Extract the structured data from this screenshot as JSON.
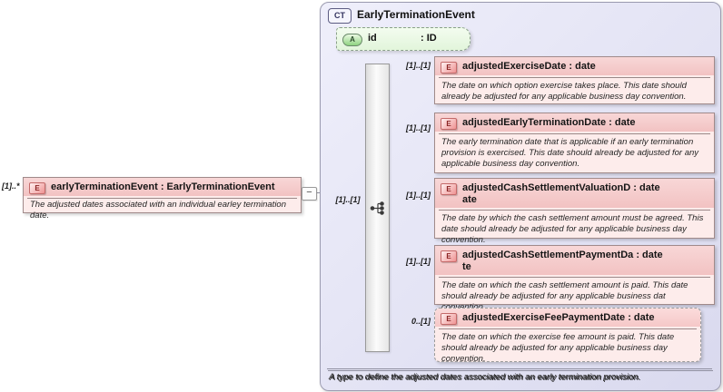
{
  "diagram": {
    "complex_type": {
      "badge": "CT",
      "name": "EarlyTerminationEvent",
      "annotation": "A type to define the adjusted dates associated with an early termination provision.",
      "attribute": {
        "badge": "A",
        "name": "id",
        "type": ": ID"
      },
      "sequence_cardinality": "[1]..[1]",
      "children": [
        {
          "badge": "E",
          "cardinality": "[1]..[1]",
          "title_lines": [
            "adjustedExerciseDate : date"
          ],
          "annotation": "The date on which option exercise takes place. This date should already be adjusted for any applicable business day convention."
        },
        {
          "badge": "E",
          "cardinality": "[1]..[1]",
          "title_lines": [
            "adjustedEarlyTerminationDate : date"
          ],
          "annotation": "The early termination date that is applicable if an early termination provision is exercised. This date should already be adjusted for any applicable business day convention."
        },
        {
          "badge": "E",
          "cardinality": "[1]..[1]",
          "title_lines": [
            "adjustedCashSettlementValuationD : date",
            "ate"
          ],
          "annotation": "The date by which the cash settlement amount must be agreed. This date should already be adjusted for any applicable business day convention."
        },
        {
          "badge": "E",
          "cardinality": "[1]..[1]",
          "title_lines": [
            "adjustedCashSettlementPaymentDa : date",
            "te"
          ],
          "annotation": "The date on which the cash settlement amount is paid. This date should already be adjusted for any applicable business dat convention."
        },
        {
          "badge": "E",
          "cardinality": "0..[1]",
          "title_lines": [
            "adjustedExerciseFeePaymentDate : date"
          ],
          "annotation": "The date on which the exercise fee amount is paid. This date should already be adjusted for any applicable business day convention."
        }
      ]
    },
    "source_element": {
      "badge": "E",
      "cardinality": "[1]..*",
      "title": "earlyTerminationEvent : EarlyTerminationEvent",
      "annotation": "The adjusted dates associated with an individual earley termination date."
    },
    "toggle_glyph": "−",
    "colors": {
      "complex_type_fill": "#e6e6f4",
      "element_header_fill": "#f4c6c6",
      "element_body_fill": "#fdeceb",
      "attribute_fill": "#e9f7e2",
      "line": "#8f8f9f"
    }
  }
}
